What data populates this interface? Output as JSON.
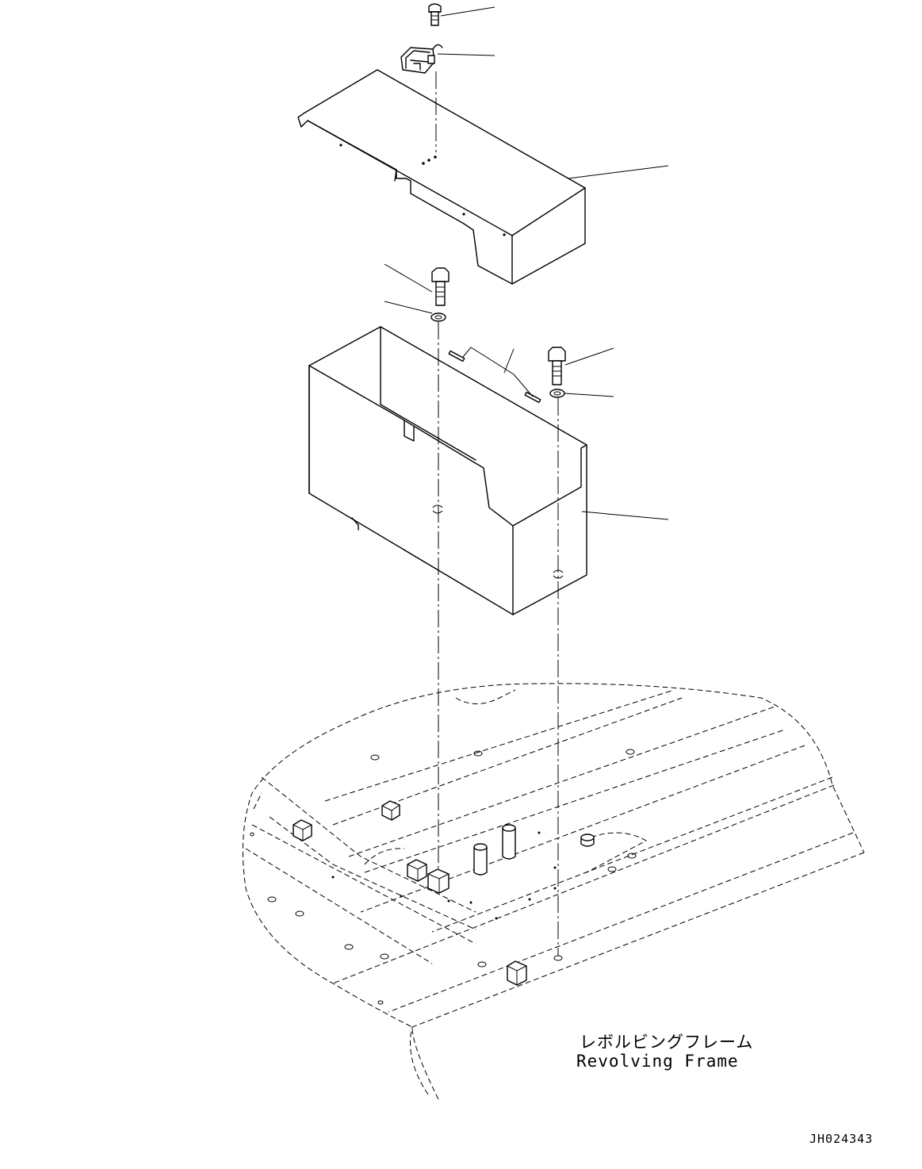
{
  "diagram": {
    "frame_label_jp": "レボルビングフレーム",
    "frame_label_en": "Revolving Frame",
    "drawing_id": "JH024343"
  }
}
